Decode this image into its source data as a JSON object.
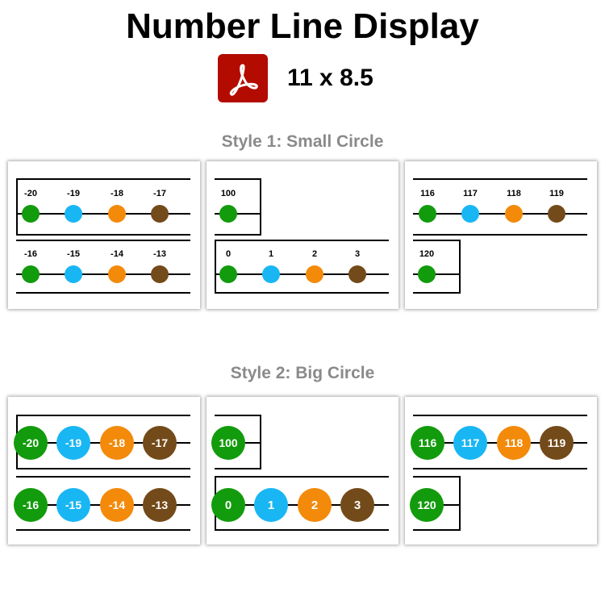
{
  "header": {
    "title": "Number Line Display",
    "paper_size": "11 x 8.5",
    "icon": "pdf-icon"
  },
  "colors": {
    "green": "#129b0c",
    "blue": "#19b6f4",
    "orange": "#f38a0a",
    "brown": "#734a19",
    "pdf": "#b30b00"
  },
  "styles": [
    {
      "title": "Style 1: Small Circle",
      "panels": [
        {
          "rows": [
            [
              "-20",
              "-19",
              "-18",
              "-17"
            ],
            [
              "-16",
              "-15",
              "-14",
              "-13"
            ]
          ]
        },
        {
          "rows": [
            [
              "100"
            ],
            [
              "0",
              "1",
              "2",
              "3"
            ]
          ]
        },
        {
          "rows": [
            [
              "116",
              "117",
              "118",
              "119"
            ],
            [
              "120"
            ]
          ]
        }
      ]
    },
    {
      "title": "Style 2: Big Circle",
      "panels": [
        {
          "rows": [
            [
              "-20",
              "-19",
              "-18",
              "-17"
            ],
            [
              "-16",
              "-15",
              "-14",
              "-13"
            ]
          ]
        },
        {
          "rows": [
            [
              "100"
            ],
            [
              "0",
              "1",
              "2",
              "3"
            ]
          ]
        },
        {
          "rows": [
            [
              "116",
              "117",
              "118",
              "119"
            ],
            [
              "120"
            ]
          ]
        }
      ]
    }
  ]
}
